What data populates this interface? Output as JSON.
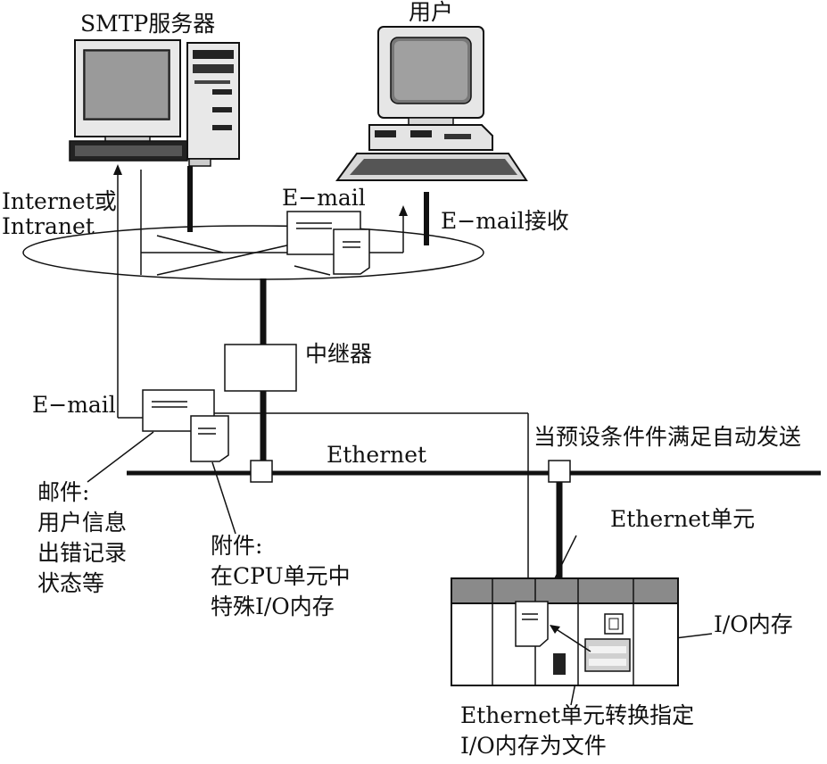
{
  "labels": {
    "smtp_server": "SMTP服务器",
    "user": "用户",
    "internet_line1": "Internet或",
    "internet_line2": "Intranet",
    "email_top": "E−mail",
    "email_receive": "E−mail接收",
    "repeater": "中继器",
    "email_left": "E−mail",
    "ethernet": "Ethernet",
    "auto_send": "当预设条件件满足自动发送",
    "mail_line1": "邮件:",
    "mail_line2": "用户信息",
    "mail_line3": "出错记录",
    "mail_line4": "状态等",
    "attach_line1": "附件:",
    "attach_line2": "在CPU单元中",
    "attach_line3": "特殊I/O内存",
    "ethernet_unit": "Ethernet单元",
    "io_memory": "I/O内存",
    "convert_line1": "Ethernet单元转换指定",
    "convert_line2": "I/O内存为文件"
  },
  "icons": [
    "smtp-server-computer-icon",
    "user-computer-icon",
    "document-icon",
    "envelope-icon",
    "plc-rack-icon"
  ]
}
